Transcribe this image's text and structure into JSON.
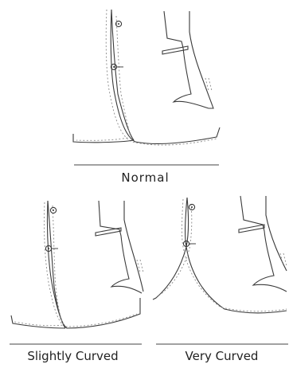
{
  "labels": {
    "normal": "Normal",
    "slightly_curved": "Slightly Curved",
    "very_curved": "Very Curved"
  },
  "panels": [
    {
      "name": "normal",
      "curve": "normal"
    },
    {
      "name": "slightly-curved",
      "curve": "slightly curved"
    },
    {
      "name": "very-curved",
      "curve": "very curved"
    }
  ],
  "colors": {
    "line": "#3a3a3a",
    "stitch": "#8a8a8a",
    "background": "#ffffff"
  }
}
